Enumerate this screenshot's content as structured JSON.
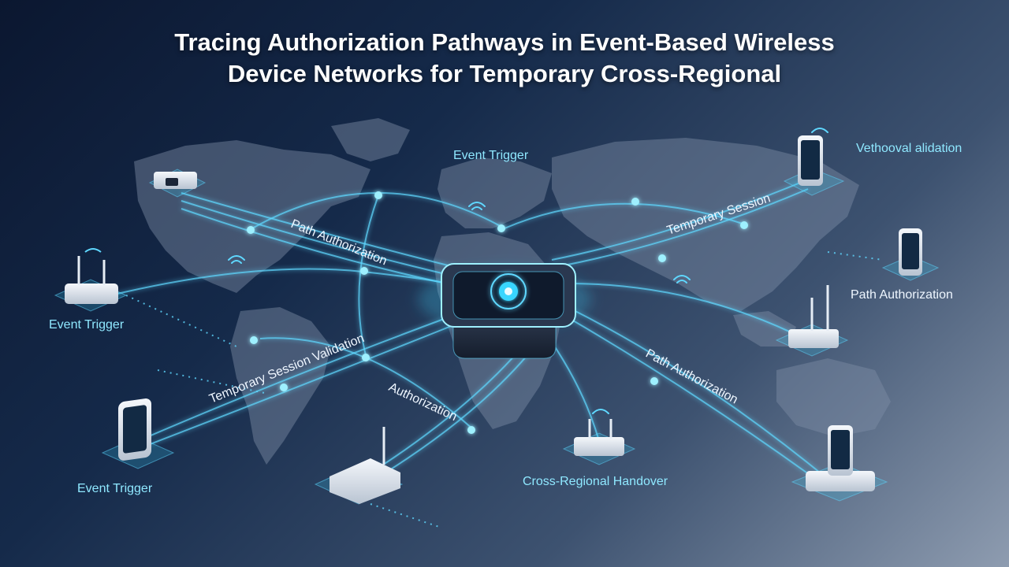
{
  "title": {
    "line1": "Tracing Authorization Pathways in Event-Based Wireless",
    "line2": "Device Networks for Temporary Cross-Regional"
  },
  "labels": {
    "event_trigger_top": "Event Trigger",
    "vethooval": "Vethooval alidation",
    "temporary_session": "Temporary Session",
    "path_authorization_nw": "Path Authorization",
    "path_authorization_east": "Path Authorization",
    "event_trigger_left": "Event Trigger",
    "temporary_session_validation": "Temporary Session Validation",
    "path_authorization_se": "Path Authorization",
    "authorization": "Authorization",
    "event_trigger_bottom": "Event Trigger",
    "cross_regional_handover": "Cross-Regional Handover"
  },
  "colors": {
    "glow": "#38d6ff",
    "line": "#5fd8ff",
    "label_cyan": "#8fe8ff",
    "label_white": "#eef6ff"
  }
}
